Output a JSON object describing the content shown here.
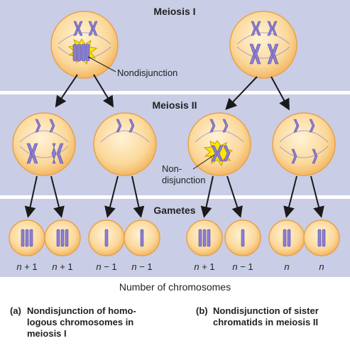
{
  "stages": {
    "meiosis1": "Meiosis I",
    "meiosis2": "Meiosis II",
    "gametes": "Gametes"
  },
  "callouts": {
    "nondisjunction_a": "Nondisjunction",
    "nondisjunction_b_line1": "Non-",
    "nondisjunction_b_line2": "disjunction"
  },
  "gamete_counts": [
    "n + 1",
    "n + 1",
    "n − 1",
    "n − 1",
    "n + 1",
    "n − 1",
    "n",
    "n"
  ],
  "axis_label": "Number of chromosomes",
  "captions": {
    "a": {
      "marker": "(a)",
      "lines": [
        "Nondisjunction of homo-",
        "logous chromosomes in",
        "meiosis I"
      ]
    },
    "b": {
      "marker": "(b)",
      "lines": [
        "Nondisjunction of sister",
        "chromatids in meiosis II"
      ]
    }
  },
  "colors": {
    "band": "#c9cde6",
    "background": "#ffffff",
    "cell_fill": "#fbd89a",
    "cell_edge": "#e8a24a",
    "chromosome": "#8b7fd1",
    "starburst": "#ffe600",
    "arrow": "#1a1a1a"
  }
}
